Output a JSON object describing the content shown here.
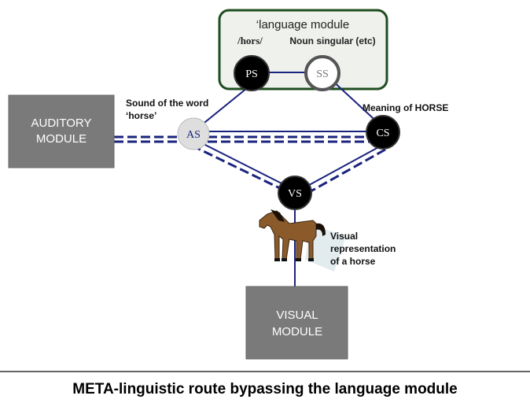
{
  "language_module": {
    "title": "‘language module",
    "phon_label": "/hors/",
    "syn_label": "Noun singular (etc)"
  },
  "nodes": {
    "ps": "PS",
    "ss": "SS",
    "as": "AS",
    "cs": "CS",
    "vs": "VS"
  },
  "labels": {
    "sound_line1": "Sound of the word",
    "sound_line2": "‘horse’",
    "meaning": "Meaning of HORSE",
    "visual_rep_line1": "Visual",
    "visual_rep_line2": "representation",
    "visual_rep_line3": "of a horse"
  },
  "modules": {
    "auditory_line1": "AUDITORY",
    "auditory_line2": "MODULE",
    "visual_line1": "VISUAL",
    "visual_line2": "MODULE"
  },
  "caption": "META-linguistic route bypassing the language module",
  "colors": {
    "navy": "#1a237e",
    "module_fill": "#7a7a7a",
    "language_border": "#1f4d1f",
    "language_fill": "#eef1ec",
    "horse": "#8b5a2b"
  }
}
